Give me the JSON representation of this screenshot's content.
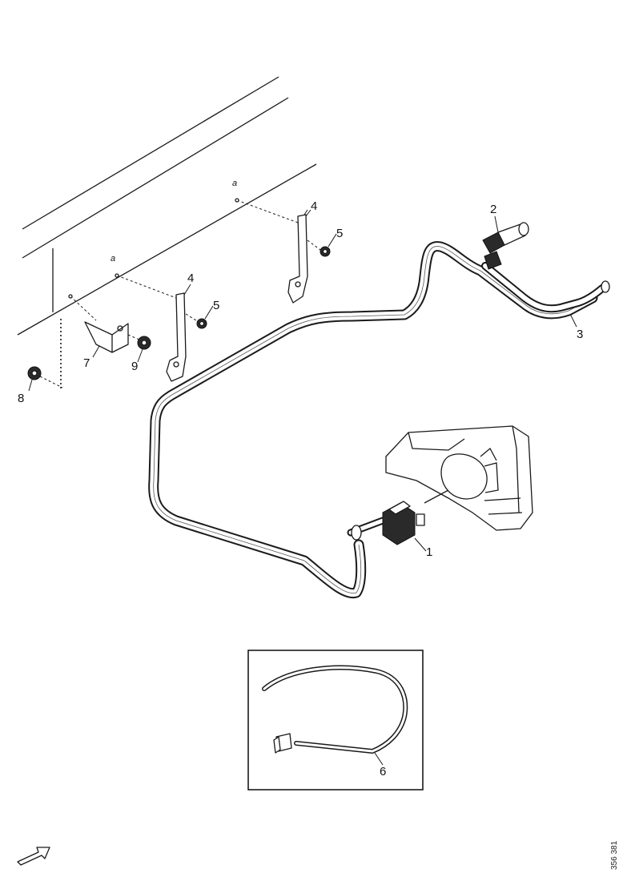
{
  "callouts": {
    "c1": "1",
    "c2": "2",
    "c3": "3",
    "c4a": "4",
    "c4b": "4",
    "c5a": "5",
    "c5b": "5",
    "c6": "6",
    "c7": "7",
    "c8": "8",
    "c9": "9"
  },
  "markers": {
    "a1": "a",
    "a2": "a"
  },
  "document_number": "356 381"
}
